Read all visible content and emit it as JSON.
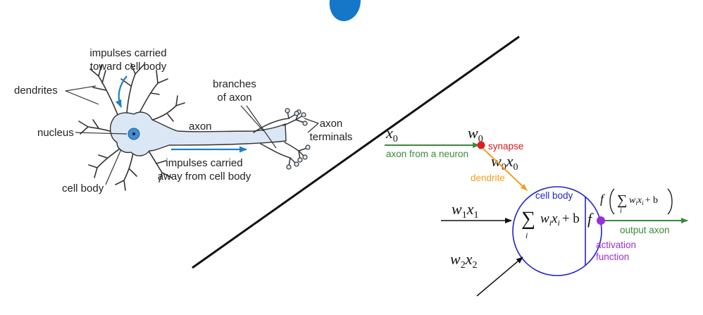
{
  "colors": {
    "top_blob": "#1677c9",
    "neuron_fill": "#dbe7f5",
    "neuron_stroke": "#333333",
    "nucleus": "#3d8fd6",
    "bio_arrow": "#1f7fc4",
    "input_line": "#3c8a3c",
    "synapse_dot": "#e01f1f",
    "synapse_text": "#d41c1c",
    "dendrite": "#f0a020",
    "cell_body_circle": "#2323c8",
    "output_dot": "#9b2fd6",
    "output_line": "#3c8a3c",
    "activation_text": "#9b2fd6",
    "divider": "#111111"
  },
  "biological": {
    "impulses_toward_line1": "impulses carried",
    "impulses_toward_line2": "toward cell body",
    "dendrites": "dendrites",
    "nucleus": "nucleus",
    "cell_body": "cell body",
    "axon": "axon",
    "branches_line1": "branches",
    "branches_line2": "of axon",
    "terminals_line1": "axon",
    "terminals_line2": "terminals",
    "impulses_away_line1": "impulses carried",
    "impulses_away_line2": "away from cell body"
  },
  "model": {
    "x0": "x",
    "x0_sub": "0",
    "w0": "w",
    "w0_sub": "0",
    "axon_from_neuron": "axon from a neuron",
    "synapse": "synapse",
    "w0x0_a": "w",
    "w0x0_sub1": "0",
    "w0x0_b": "x",
    "w0x0_sub2": "0",
    "dendrite": "dendrite",
    "cell_body": "cell body",
    "w1x1_a": "w",
    "w1x1_sub1": "1",
    "w1x1_b": "x",
    "w1x1_sub2": "1",
    "w2x2_a": "w",
    "w2x2_sub1": "2",
    "w2x2_b": "x",
    "w2x2_sub2": "2",
    "sum_symbol": "∑",
    "sum_index": "i",
    "sum_body_w": "w",
    "sum_body_i1": "i",
    "sum_body_x": "x",
    "sum_body_i2": "i",
    "sum_body_plus_b": "+ b",
    "f": "f",
    "output_f": "f",
    "output_wx": "w",
    "output_i1": "i",
    "output_x": "x",
    "output_i2": "i",
    "output_plus_b": "+ b",
    "output_axon": "output axon",
    "activation_line1": "activation",
    "activation_line2": "function"
  }
}
